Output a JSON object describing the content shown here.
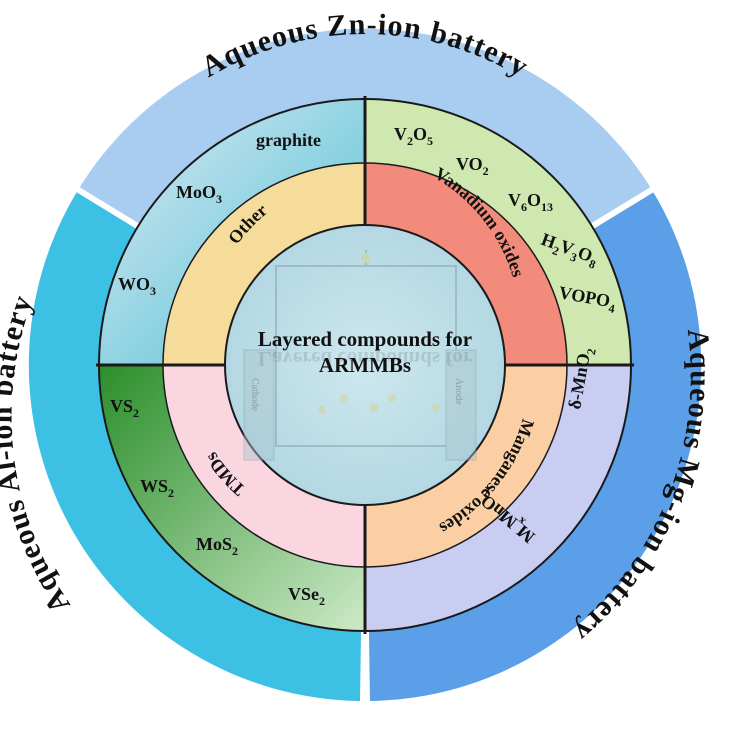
{
  "outer_ring": [
    {
      "label": "Aqueous  Zn-ion  battery",
      "color": "#a8cdf1"
    },
    {
      "label": "Aqueous  Mg-ion  battery",
      "color": "#5a9fe8"
    },
    {
      "label": "Aqueous  Al-ion  battery",
      "color": "#3cc0e4"
    }
  ],
  "quadrants": {
    "top_right": {
      "middle_color": "#cfe8b0",
      "inner_label": "Vanadium oxides",
      "inner_color": "#f28b7b",
      "compounds": [
        {
          "base": "V",
          "sub": "2",
          "base2": "O",
          "sub2": "5"
        },
        {
          "base": "VO",
          "sub": "2"
        },
        {
          "base": "V",
          "sub": "6",
          "base2": "O",
          "sub2": "13"
        },
        {
          "base": "H",
          "sub": "2",
          "base2": "V",
          "sub2": "3",
          "base3": "O",
          "sub3": "8"
        },
        {
          "base": "VOPO",
          "sub": "4"
        }
      ]
    },
    "top_left": {
      "middle_color": "#58c1d4",
      "inner_label": "Other",
      "inner_color": "#f6dc9a",
      "compounds": [
        {
          "base": "graphite"
        },
        {
          "base": "MoO",
          "sub": "3"
        },
        {
          "base": "WO",
          "sub": "3"
        }
      ]
    },
    "bottom_left": {
      "middle_color": "#2e9a2e",
      "inner_label": "TMDs",
      "inner_color": "#fad7e0",
      "compounds": [
        {
          "base": "VS",
          "sub": "2"
        },
        {
          "base": "WS",
          "sub": "2"
        },
        {
          "base": "MoS",
          "sub": "2"
        },
        {
          "base": "VSe",
          "sub": "2"
        }
      ]
    },
    "bottom_right": {
      "middle_color": "#c9cdf2",
      "inner_label": "Manganese oxides",
      "inner_color": "#fbcfa3",
      "compounds": [
        {
          "base": "δ-MnO",
          "sub": "2"
        },
        {
          "base": "M",
          "sub": "x",
          "base2": "MnO",
          "sub2": "2"
        }
      ]
    }
  },
  "center": {
    "title_line1": "Layered compounds for",
    "title_line2": "ARMMBs",
    "cathode_label": "Cathode",
    "anode_label": "Anode",
    "color": "#bfe0e8"
  }
}
